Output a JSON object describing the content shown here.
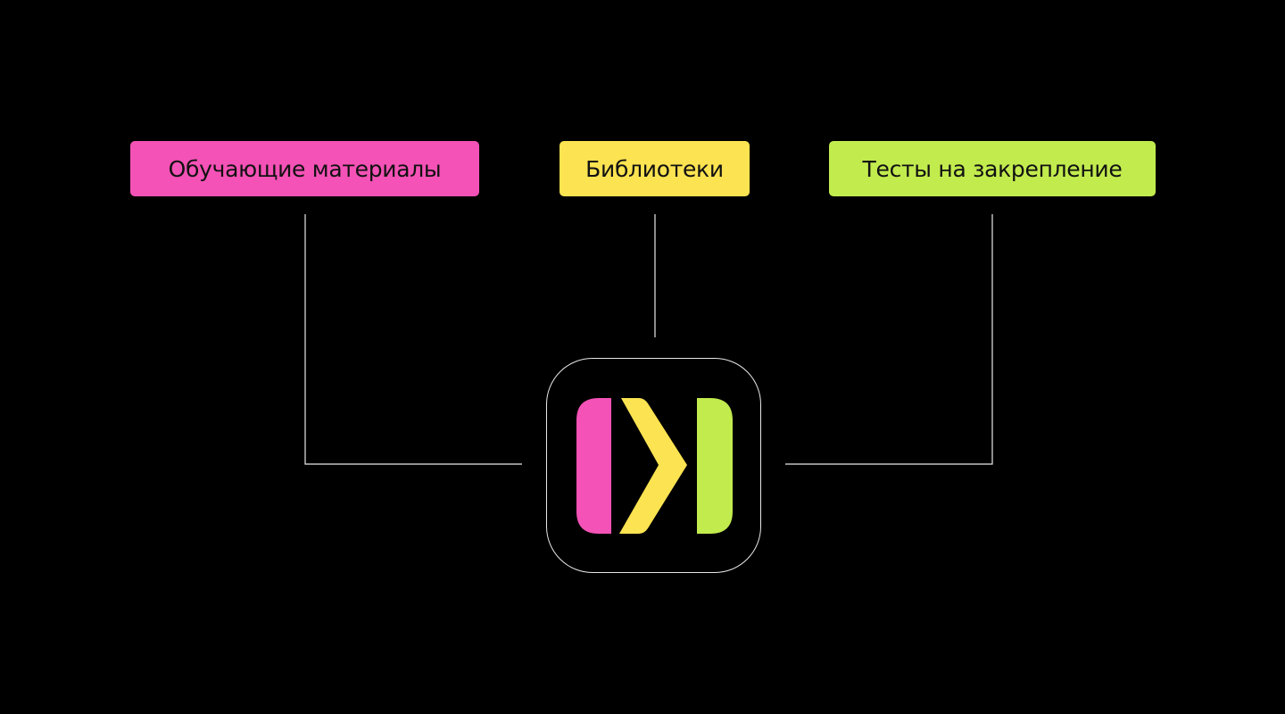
{
  "diagram": {
    "nodes": [
      {
        "id": "learning-materials",
        "label": "Обучающие материалы",
        "color": "#F452B6"
      },
      {
        "id": "libraries",
        "label": "Библиотеки",
        "color": "#FCE351"
      },
      {
        "id": "tests",
        "label": "Тесты на закрепление",
        "color": "#C2EB4E"
      }
    ],
    "connector_color": "#E8E8E8",
    "background": "#000000",
    "logo": {
      "name": "app-logo",
      "colors": {
        "left": "#F452B6",
        "middle": "#FCE351",
        "right": "#C2EB4E"
      }
    }
  }
}
